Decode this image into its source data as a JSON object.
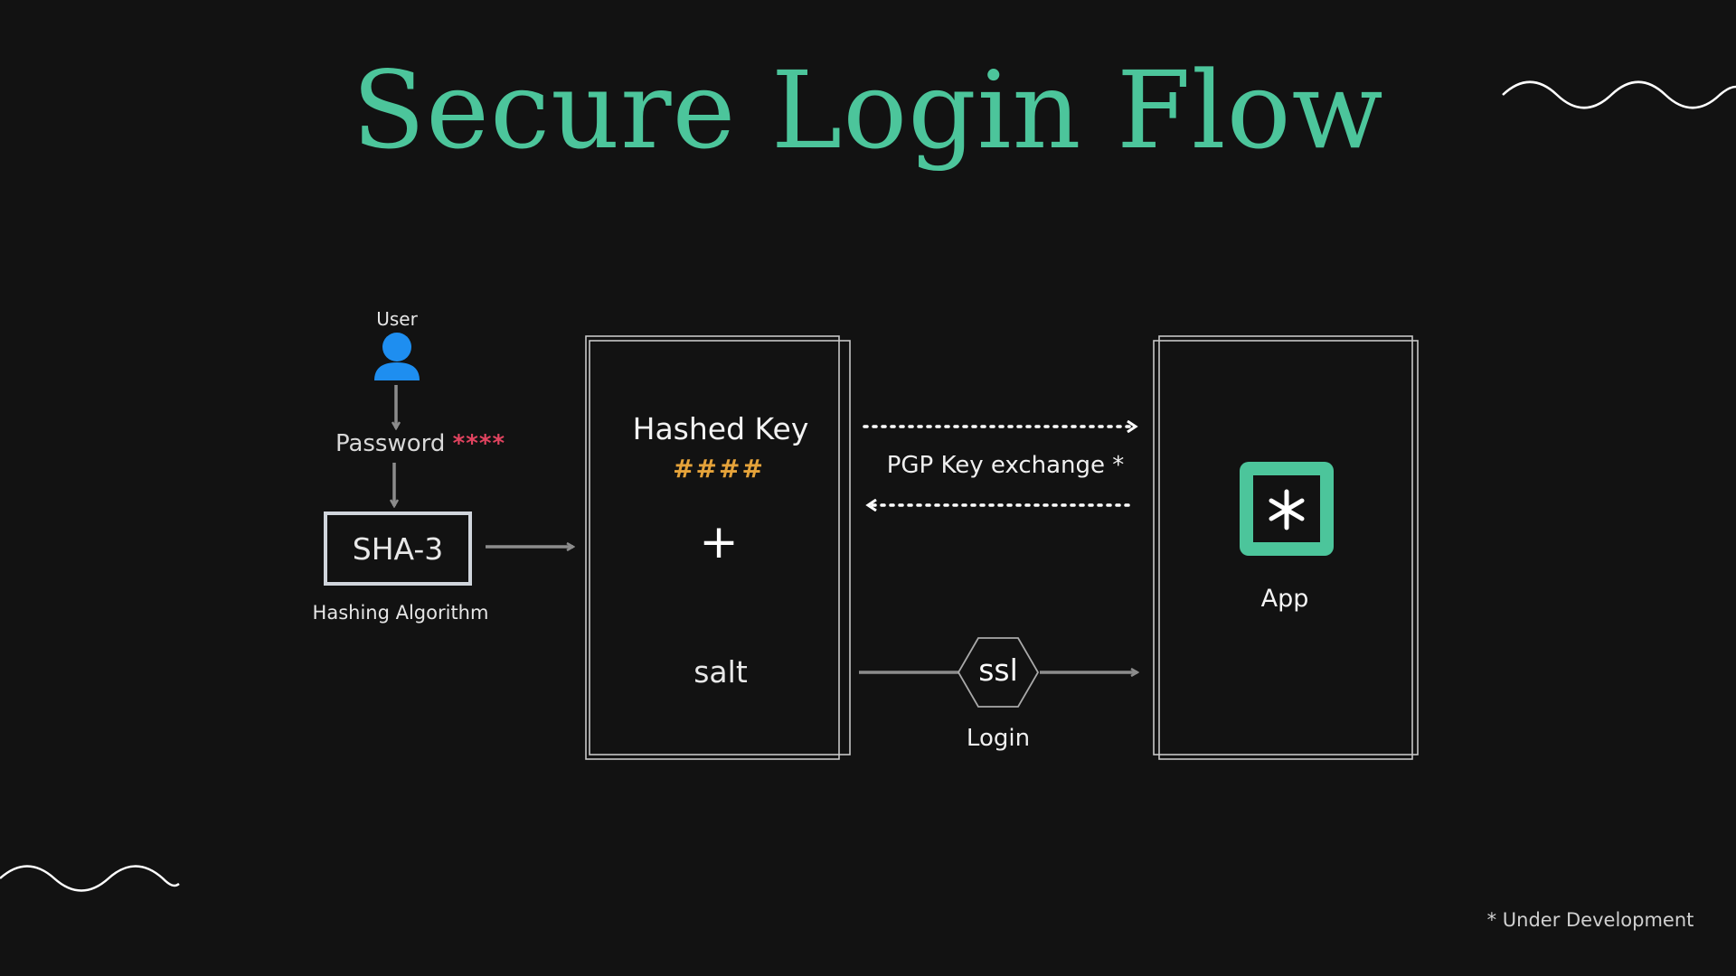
{
  "title": "Secure Login Flow",
  "colors": {
    "accent": "#4cc59b",
    "background": "#121212",
    "user_icon": "#1e8ef0",
    "password_stars": "#e0435f",
    "hash_symbols": "#e5a33a"
  },
  "user": {
    "label": "User",
    "icon": "user-icon"
  },
  "password": {
    "label": "Password",
    "stars": "****"
  },
  "hashing": {
    "name": "SHA-3",
    "caption": "Hashing Algorithm"
  },
  "key_box": {
    "title": "Hashed Key",
    "symbols": "####",
    "operator": "+",
    "salt": "salt"
  },
  "exchange": {
    "label": "PGP Key exchange *"
  },
  "login": {
    "badge": "ssl",
    "label": "Login"
  },
  "app": {
    "label": "App",
    "icon": "asterisk-icon"
  },
  "footnote": "* Under Development"
}
